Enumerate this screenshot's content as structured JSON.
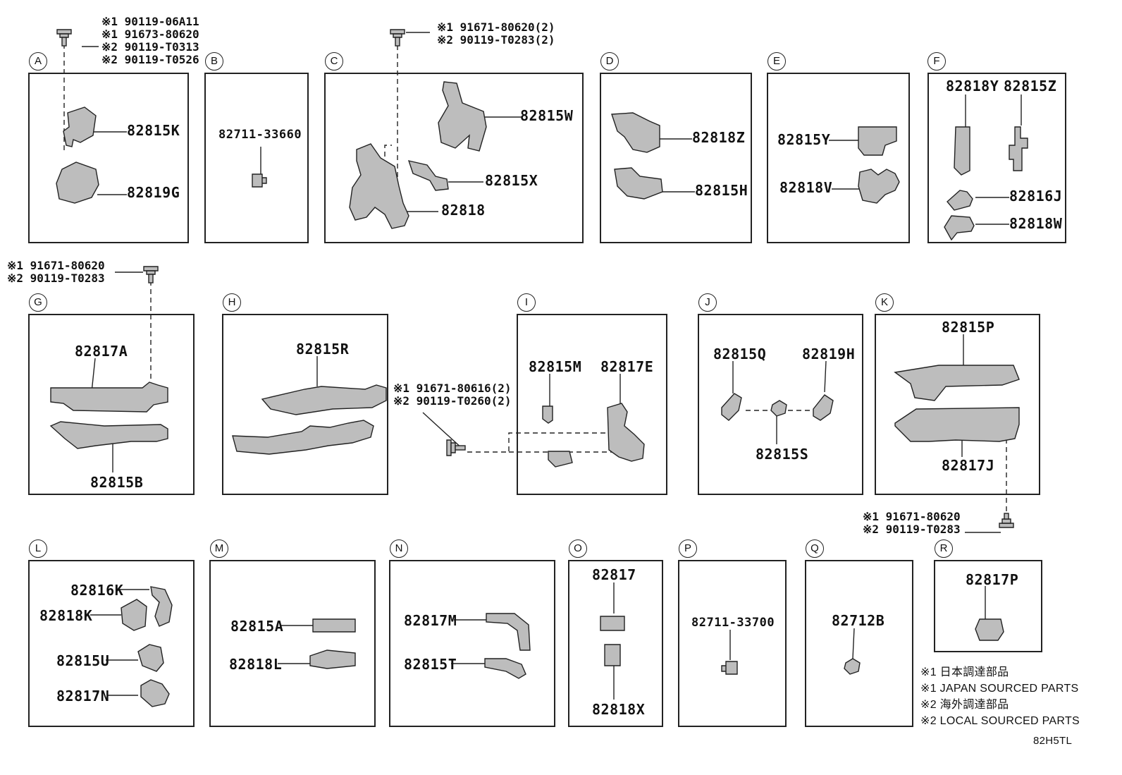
{
  "boxes": {
    "A": {
      "letter": "A",
      "parts": [
        "82815K",
        "82819G"
      ],
      "screws": [
        "※1 90119-06A11",
        "※1 91673-80620",
        "※2 90119-T0313",
        "※2 90119-T0526"
      ]
    },
    "B": {
      "letter": "B",
      "parts": [
        "82711-33660"
      ]
    },
    "C": {
      "letter": "C",
      "parts": [
        "82815W",
        "82815X",
        "82818"
      ],
      "screws": [
        "※1 91671-80620(2)",
        "※2 90119-T0283(2)"
      ]
    },
    "D": {
      "letter": "D",
      "parts": [
        "82818Z",
        "82815H"
      ]
    },
    "E": {
      "letter": "E",
      "parts": [
        "82815Y",
        "82818V"
      ]
    },
    "F": {
      "letter": "F",
      "parts": [
        "82818Y",
        "82815Z",
        "82816J",
        "82818W"
      ]
    },
    "G": {
      "letter": "G",
      "parts": [
        "82817A",
        "82815B"
      ],
      "screws": [
        "※1 91671-80620",
        "※2 90119-T0283"
      ]
    },
    "H": {
      "letter": "H",
      "parts": [
        "82815R"
      ]
    },
    "I": {
      "letter": "I",
      "parts": [
        "82815M",
        "82817E"
      ],
      "screws": [
        "※1 91671-80616(2)",
        "※2 90119-T0260(2)"
      ]
    },
    "J": {
      "letter": "J",
      "parts": [
        "82815Q",
        "82819H",
        "82815S"
      ]
    },
    "K": {
      "letter": "K",
      "parts": [
        "82815P",
        "82817J"
      ],
      "screws": [
        "※1 91671-80620",
        "※2 90119-T0283"
      ]
    },
    "L": {
      "letter": "L",
      "parts": [
        "82816K",
        "82818K",
        "82815U",
        "82817N"
      ]
    },
    "M": {
      "letter": "M",
      "parts": [
        "82815A",
        "82818L"
      ]
    },
    "N": {
      "letter": "N",
      "parts": [
        "82817M",
        "82815T"
      ]
    },
    "O": {
      "letter": "O",
      "parts": [
        "82817",
        "82818X"
      ]
    },
    "P": {
      "letter": "P",
      "parts": [
        "82711-33700"
      ]
    },
    "Q": {
      "letter": "Q",
      "parts": [
        "82712B"
      ]
    },
    "R": {
      "letter": "R",
      "parts": [
        "82817P"
      ]
    }
  },
  "notes": [
    "※1 日本調達部品",
    "※1 JAPAN SOURCED PARTS",
    "※2 海外調達部品",
    "※2 LOCAL SOURCED PARTS"
  ],
  "diagram_code": "82H5TL",
  "colors": {
    "line": "#222222",
    "part_fill": "#bdbdbd",
    "background": "#ffffff"
  }
}
